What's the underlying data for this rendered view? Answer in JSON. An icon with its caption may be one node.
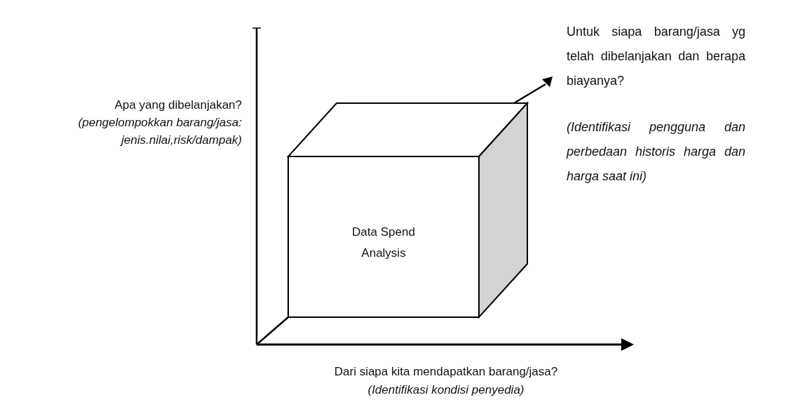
{
  "diagram": {
    "nodes": [
      {
        "text": [
          "Data Spend Analysis"
        ]
      }
    ],
    "labels": [
      "Apa yang dibelanjakan?",
      "(pengelompokkan barang/jasa: jenis.nilai,risk/dampak)",
      "Untuk siapa barang/jasa yg telah dibelanjakan dan berapa biayanya?",
      "(Identifikasi pengguna dan perbedaan historis harga dan harga saat ini)",
      "Dari siapa kita mendapatkan barang/jasa?",
      "(Identifikasi kondisi penyedia)"
    ]
  }
}
